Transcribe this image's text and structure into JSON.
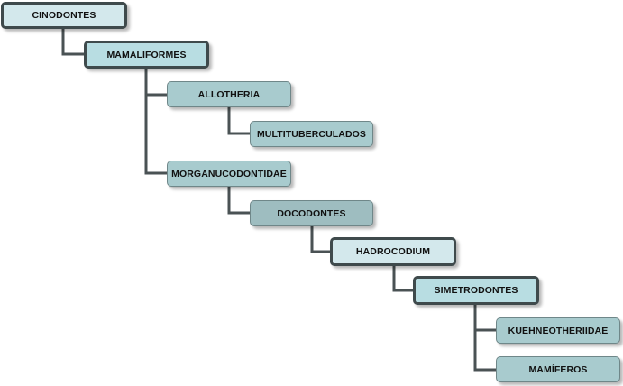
{
  "nodes": {
    "cinodontes": "CINODONTES",
    "mamaliformes": "MAMALIFORMES",
    "allotheria": "ALLOTHERIA",
    "multituberculados": "MULTITUBERCULADOS",
    "morganucodontidae": "MORGANUCODONTIDAE",
    "docodontes": "DOCODONTES",
    "hadrocodium": "HADROCODIUM",
    "simetrodontes": "SIMETRODONTES",
    "kuehneotheriidae": "KUEHNEOTHERIIDAE",
    "mamiferos": "MAMÍFEROS"
  },
  "colors": {
    "line": "#4a5254",
    "thick_border": "#3f4a4c"
  }
}
